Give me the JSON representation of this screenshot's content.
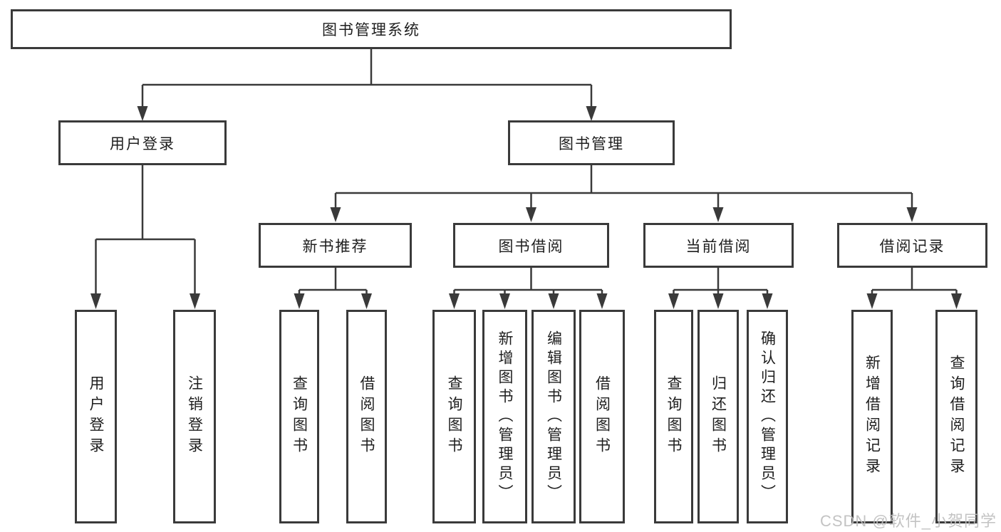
{
  "colors": {
    "line": "#3a3a3a",
    "box_border": "#3a3a3a",
    "box_background": "#ffffff",
    "text": "#1e1e1e",
    "watermark": "#bdbdbd",
    "page_background": "#ffffff"
  },
  "nodes": {
    "root": "图书管理系统",
    "l2_user": "用户登录",
    "l2_book": "图书管理",
    "l3_new": "新书推荐",
    "l3_borrow": "图书借阅",
    "l3_current": "当前借阅",
    "l3_records": "借阅记录",
    "leaf_user_login": "用户登录",
    "leaf_user_logout": "注销登录",
    "leaf_new_query": "查询图书",
    "leaf_new_borrow": "借阅图书",
    "leaf_bor_query": "查询图书",
    "leaf_bor_add": "新增图书（管理员）",
    "leaf_bor_edit": "编辑图书（管理员）",
    "leaf_bor_borrow": "借阅图书",
    "leaf_cur_query": "查询图书",
    "leaf_cur_return": "归还图书",
    "leaf_cur_confirm": "确认归还（管理员）",
    "leaf_rec_add": "新增借阅记录",
    "leaf_rec_query": "查询借阅记录"
  },
  "hierarchy": {
    "图书管理系统": {
      "用户登录": [
        "用户登录",
        "注销登录"
      ],
      "图书管理": {
        "新书推荐": [
          "查询图书",
          "借阅图书"
        ],
        "图书借阅": [
          "查询图书",
          "新增图书（管理员）",
          "编辑图书（管理员）",
          "借阅图书"
        ],
        "当前借阅": [
          "查询图书",
          "归还图书",
          "确认归还（管理员）"
        ],
        "借阅记录": [
          "新增借阅记录",
          "查询借阅记录"
        ]
      }
    }
  },
  "watermark": "CSDN @软件_小贺同学"
}
